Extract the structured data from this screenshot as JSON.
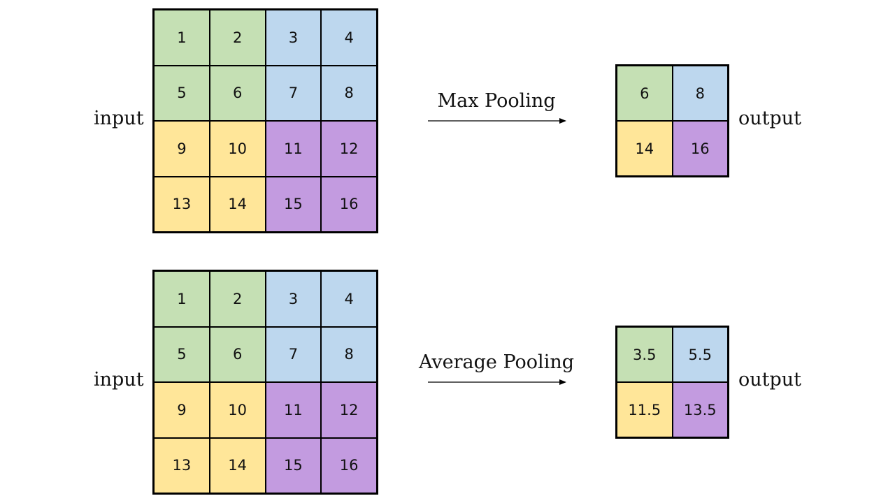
{
  "colors": {
    "green": "#c5e0b4",
    "blue": "#bdd7ee",
    "yellow": "#ffe699",
    "purple": "#c39be0"
  },
  "panels": [
    {
      "operation": "Max Pooling",
      "input_label": "input",
      "output_label": "output",
      "input": [
        [
          "1",
          "2",
          "3",
          "4"
        ],
        [
          "5",
          "6",
          "7",
          "8"
        ],
        [
          "9",
          "10",
          "11",
          "12"
        ],
        [
          "13",
          "14",
          "15",
          "16"
        ]
      ],
      "output": [
        [
          "6",
          "8"
        ],
        [
          "14",
          "16"
        ]
      ]
    },
    {
      "operation": "Average Pooling",
      "input_label": "input",
      "output_label": "output",
      "input": [
        [
          "1",
          "2",
          "3",
          "4"
        ],
        [
          "5",
          "6",
          "7",
          "8"
        ],
        [
          "9",
          "10",
          "11",
          "12"
        ],
        [
          "13",
          "14",
          "15",
          "16"
        ]
      ],
      "output": [
        [
          "3.5",
          "5.5"
        ],
        [
          "11.5",
          "13.5"
        ]
      ]
    }
  ]
}
